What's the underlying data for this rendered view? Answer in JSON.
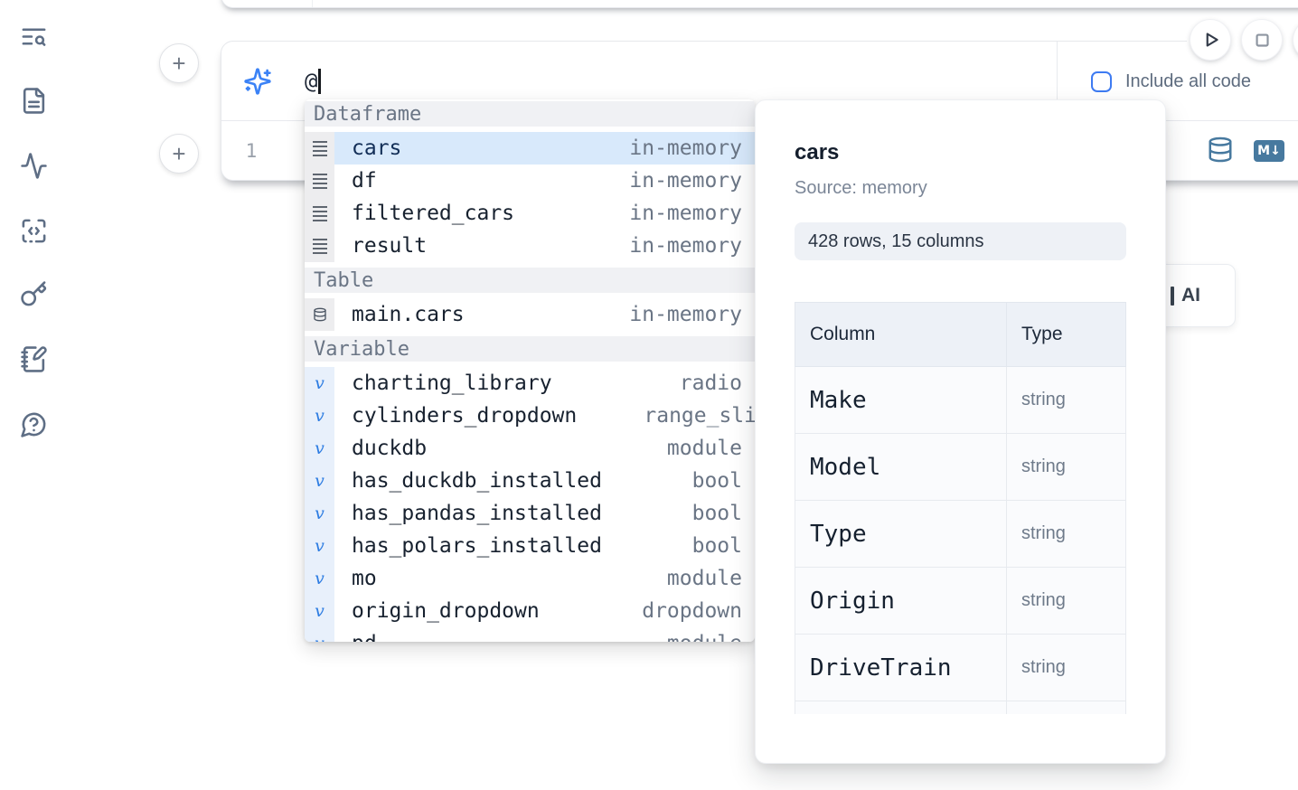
{
  "sidebar": {
    "icons": [
      "table-of-contents-search",
      "document",
      "activity",
      "code-snippets",
      "key",
      "scratchpad",
      "help-chat"
    ]
  },
  "add_cell": {
    "label": "+"
  },
  "run_controls": {
    "icons": [
      "play",
      "stop"
    ]
  },
  "ai_panel": {
    "input_value": "@",
    "include_all_code_label": "Include all code",
    "include_all_code_checked": false,
    "sparkles_icon": "sparkles",
    "accent_color": "#3b82f6"
  },
  "code_cell": {
    "line_number": "1",
    "language_icons": [
      "database",
      "markdown"
    ],
    "markdown_badge": "M↓",
    "icon_color": "#47799f"
  },
  "autocomplete": {
    "icon_glyphs": {
      "variable": "v"
    },
    "selection_color": "#d8e9fb",
    "sections": [
      {
        "label": "Dataframe",
        "icon": "dataframe",
        "items": [
          {
            "name": "cars",
            "type": "in-memory",
            "selected": true
          },
          {
            "name": "df",
            "type": "in-memory"
          },
          {
            "name": "filtered_cars",
            "type": "in-memory"
          },
          {
            "name": "result",
            "type": "in-memory"
          }
        ]
      },
      {
        "label": "Table",
        "icon": "table",
        "items": [
          {
            "name": "main.cars",
            "type": "in-memory"
          }
        ]
      },
      {
        "label": "Variable",
        "icon": "variable",
        "items": [
          {
            "name": "charting_library",
            "type": "radio"
          },
          {
            "name": "cylinders_dropdown",
            "type": "range_sli",
            "clip": true
          },
          {
            "name": "duckdb",
            "type": "module"
          },
          {
            "name": "has_duckdb_installed",
            "type": "bool"
          },
          {
            "name": "has_pandas_installed",
            "type": "bool"
          },
          {
            "name": "has_polars_installed",
            "type": "bool"
          },
          {
            "name": "mo",
            "type": "module"
          },
          {
            "name": "origin_dropdown",
            "type": "dropdown"
          },
          {
            "name": "pd",
            "type": "module",
            "partial": true
          }
        ]
      }
    ]
  },
  "preview": {
    "title": "cars",
    "source": "Source: memory",
    "shape": "428 rows, 15 columns",
    "table": {
      "headers": [
        "Column",
        "Type"
      ],
      "rows": [
        [
          "Make",
          "string"
        ],
        [
          "Model",
          "string"
        ],
        [
          "Type",
          "string"
        ],
        [
          "Origin",
          "string"
        ],
        [
          "DriveTrain",
          "string"
        ],
        [
          "",
          ""
        ]
      ]
    }
  },
  "ai_button": {
    "visible_label": "AI"
  }
}
